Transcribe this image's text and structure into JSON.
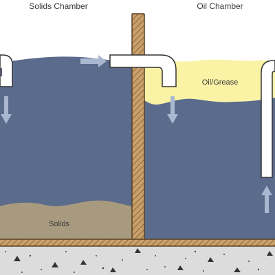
{
  "labels": {
    "solids_chamber": "Solids Chamber",
    "oil_chamber": "Oil Chamber",
    "oil_grease": "Oil/Grease",
    "solids": "Solids"
  },
  "colors": {
    "water": "#5a6b8c",
    "oil_grease": "#faf3a6",
    "solids": "#a89a7f",
    "baffle_wall": "#caa06a",
    "pipe": "#ffffff",
    "flow_arrow": "#aab7d0",
    "concrete": "#dcdcdc"
  },
  "icons": {
    "flow_arrow": "flow-arrow-icon"
  }
}
